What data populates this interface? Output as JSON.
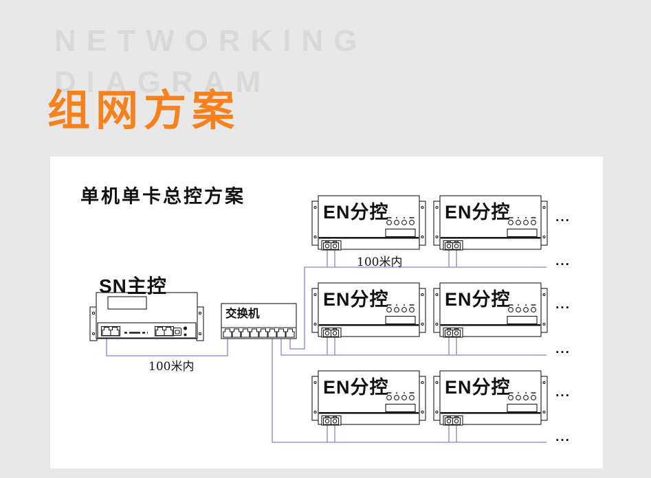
{
  "colors": {
    "background": "#e8e8e8",
    "panel": "#ffffff",
    "accent_orange": "#f5821e",
    "watermark_gray": "#d8d9db",
    "wire_purple": "#8184ca",
    "device_ink": "#1a1a1a"
  },
  "header": {
    "watermark_line1": "NETWORKING",
    "watermark_line2": "DIAGRAM",
    "title": "组网方案"
  },
  "diagram": {
    "subtitle": "单机单卡总控方案",
    "master_label": "SN主控",
    "switch_label": "交换机",
    "switch_port_count": 8,
    "en_units": [
      {
        "label": "EN分控"
      },
      {
        "label": "EN分控"
      },
      {
        "label": "EN分控"
      },
      {
        "label": "EN分控"
      },
      {
        "label": "EN分控"
      },
      {
        "label": "EN分控"
      }
    ],
    "distance_label_master": "100米内",
    "distance_label_row1": "100米内",
    "ellipsis": "..."
  }
}
